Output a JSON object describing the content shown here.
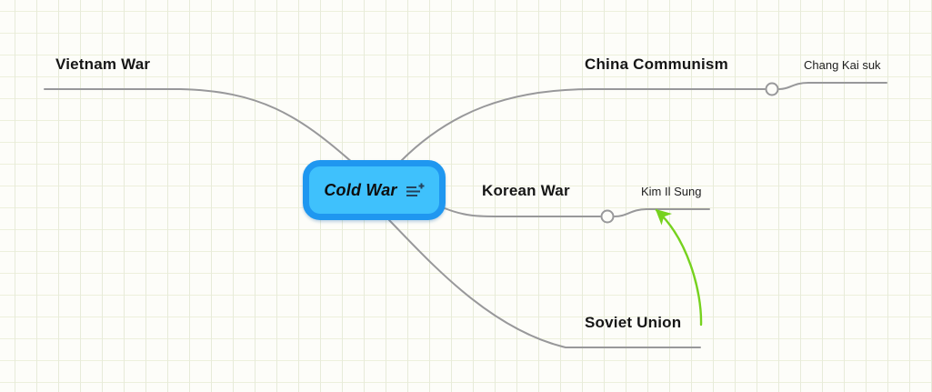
{
  "app": {
    "view": "mind-map-canvas"
  },
  "root": {
    "label": "Cold War",
    "fill_color": "#3fc1fc",
    "border_color": "#1f97f0",
    "note_icon": "add-note-icon"
  },
  "branches": [
    {
      "id": "vietnam-war",
      "label": "Vietnam War",
      "children": []
    },
    {
      "id": "china-communism",
      "label": "China Communism",
      "children": [
        {
          "id": "chang-kai-suk",
          "label": "Chang Kai suk"
        }
      ]
    },
    {
      "id": "korean-war",
      "label": "Korean War",
      "children": [
        {
          "id": "kim-il-sung",
          "label": "Kim Il Sung"
        }
      ]
    },
    {
      "id": "soviet-union",
      "label": "Soviet Union",
      "children": []
    }
  ],
  "relationship": {
    "from": "Soviet Union",
    "to": "Kim Il Sung",
    "arrow_color": "#76d21e"
  },
  "style": {
    "connector_color": "#98989a",
    "grid_color": "#eaeeda",
    "background_color": "#fdfdf9"
  }
}
